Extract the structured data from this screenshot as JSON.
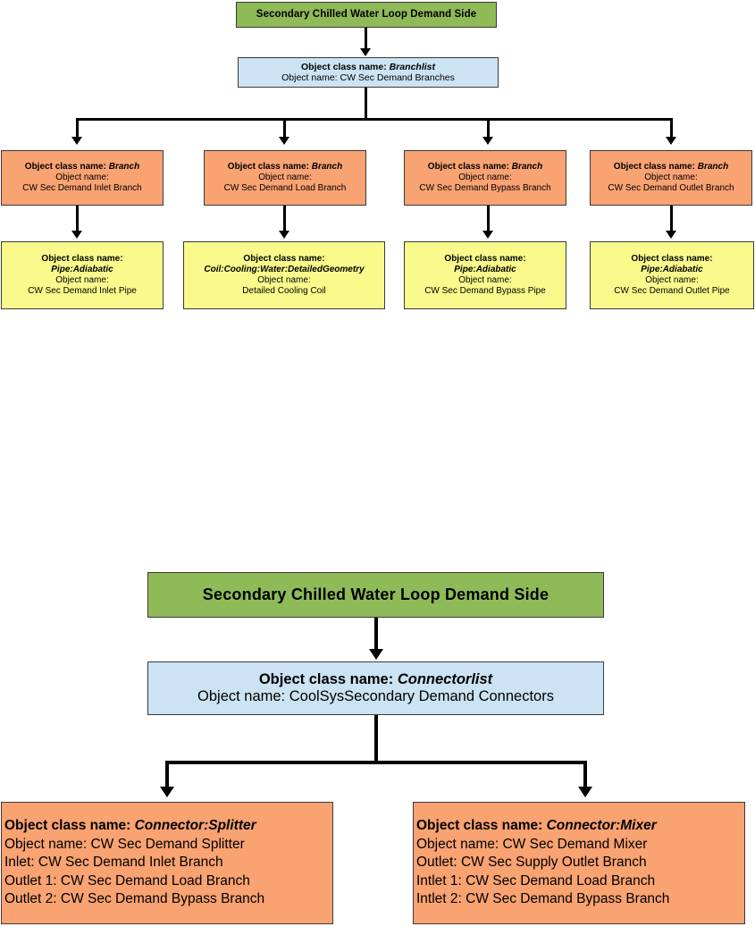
{
  "diagram_top": {
    "root": {
      "title": "Secondary Chilled Water Loop Demand Side"
    },
    "list_node": {
      "class_label": "Object class name:",
      "class_value": "Branchlist",
      "name_label": "Object name: CW Sec Demand Branches"
    },
    "branches": [
      {
        "class_label": "Object class name:",
        "class_value": "Branch",
        "name_label": "Object name:",
        "name_value": "CW Sec Demand Inlet Branch"
      },
      {
        "class_label": "Object class name:",
        "class_value": "Branch",
        "name_label": "Object name:",
        "name_value": "CW Sec Demand Load Branch"
      },
      {
        "class_label": "Object class name:",
        "class_value": "Branch",
        "name_label": "Object name:",
        "name_value": "CW Sec Demand Bypass Branch"
      },
      {
        "class_label": "Object class name:",
        "class_value": "Branch",
        "name_label": "Object name:",
        "name_value": "CW Sec Demand Outlet Branch"
      }
    ],
    "components": [
      {
        "class_label": "Object class name:",
        "class_value": "Pipe:Adiabatic",
        "name_label": "Object name:",
        "name_value": "CW Sec Demand Inlet Pipe"
      },
      {
        "class_label": "Object class name:",
        "class_value": "Coil:Cooling:Water:DetailedGeometry",
        "name_label": "Object name:",
        "name_value": "Detailed Cooling Coil"
      },
      {
        "class_label": "Object class name:",
        "class_value": "Pipe:Adiabatic",
        "name_label": "Object name:",
        "name_value": "CW Sec Demand Bypass Pipe"
      },
      {
        "class_label": "Object class name:",
        "class_value": "Pipe:Adiabatic",
        "name_label": "Object name:",
        "name_value": "CW Sec Demand Outlet Pipe"
      }
    ]
  },
  "diagram_bottom": {
    "root": {
      "title": "Secondary Chilled Water Loop Demand Side"
    },
    "list_node": {
      "class_label": "Object class name:",
      "class_value": "Connectorlist",
      "name_label": "Object name: CoolSysSecondary Demand Connectors"
    },
    "connectors": [
      {
        "class_label": "Object class name:",
        "class_value": "Connector:Splitter",
        "lines": [
          "Object name: CW Sec Demand Splitter",
          "Inlet: CW Sec Demand Inlet Branch",
          "Outlet 1: CW Sec Demand Load Branch",
          "Outlet 2: CW Sec Demand Bypass Branch"
        ]
      },
      {
        "class_label": "Object class name:",
        "class_value": "Connector:Mixer",
        "lines": [
          "Object name: CW Sec Demand Mixer",
          "Outlet: CW Sec Supply Outlet Branch",
          "Intlet 1: CW Sec Demand Load Branch",
          "Intlet 2: CW Sec Demand Bypass Branch"
        ]
      }
    ]
  },
  "colors": {
    "root_green": "#8FBA58",
    "list_blue": "#CBE3F3",
    "branch_orange": "#F9A272",
    "component_yellow": "#FAFA8C",
    "border": "#3A3A3A",
    "connector_line": "#000000"
  }
}
